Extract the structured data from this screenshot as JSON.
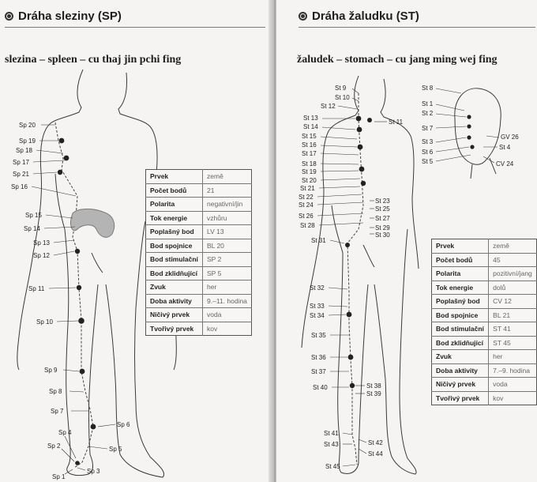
{
  "left_page": {
    "title": "Dráha sleziny (SP)",
    "subtitle": "slezina – spleen – cu thaj jin pchi fing",
    "point_labels": [
      "Sp 20",
      "Sp 19",
      "Sp 18",
      "Sp 17",
      "Sp 21",
      "Sp 16",
      "Sp 15",
      "Sp 14",
      "Sp 13",
      "Sp 12",
      "Sp 11",
      "Sp 10",
      "Sp 9",
      "Sp 8",
      "Sp 7",
      "Sp 6",
      "Sp 5",
      "Sp 4",
      "Sp 2",
      "Sp 3",
      "Sp 1"
    ],
    "table": [
      {
        "key": "Prvek",
        "value": "země"
      },
      {
        "key": "Počet bodů",
        "value": "21"
      },
      {
        "key": "Polarita",
        "value": "negativní/jin"
      },
      {
        "key": "Tok energie",
        "value": "vzhůru"
      },
      {
        "key": "Poplašný bod",
        "value": "LV 13"
      },
      {
        "key": "Bod spojnice",
        "value": "BL 20"
      },
      {
        "key": "Bod stimulační",
        "value": "SP 2"
      },
      {
        "key": "Bod zklidňující",
        "value": "SP 5"
      },
      {
        "key": "Zvuk",
        "value": "her"
      },
      {
        "key": "Doba aktivity",
        "value": "9.–11. hodina"
      },
      {
        "key": "Ničivý prvek",
        "value": "voda"
      },
      {
        "key": "Tvořivý prvek",
        "value": "kov"
      }
    ]
  },
  "right_page": {
    "title": "Dráha žaludku (ST)",
    "subtitle": "žaludek – stomach – cu jang ming wej fing",
    "point_labels": [
      "St 9",
      "St 10",
      "St 12",
      "St 11",
      "St 13",
      "St 14",
      "St 15",
      "St 16",
      "St 17",
      "St 18",
      "St 19",
      "St 20",
      "St 21",
      "St 22",
      "St 23",
      "St 24",
      "St 25",
      "St 26",
      "St 27",
      "St 28",
      "St 29",
      "St 30",
      "St 31",
      "St 32",
      "St 33",
      "St 34",
      "St 35",
      "St 36",
      "St 37",
      "St 38",
      "St 39",
      "St 40",
      "St 41",
      "St 42",
      "St 43",
      "St 44",
      "St 45"
    ],
    "head_labels": [
      "St 8",
      "St 1",
      "St 2",
      "St 7",
      "St 3",
      "St 6",
      "St 5",
      "GV 26",
      "St 4",
      "CV 24"
    ],
    "table": [
      {
        "key": "Prvek",
        "value": "země"
      },
      {
        "key": "Počet bodů",
        "value": "45"
      },
      {
        "key": "Polarita",
        "value": "pozitivní/jang"
      },
      {
        "key": "Tok energie",
        "value": "dolů"
      },
      {
        "key": "Poplašný bod",
        "value": "CV 12"
      },
      {
        "key": "Bod spojnice",
        "value": "BL 21"
      },
      {
        "key": "Bod stimulační",
        "value": "ST 41"
      },
      {
        "key": "Bod zklidňující",
        "value": "ST 45"
      },
      {
        "key": "Zvuk",
        "value": "her"
      },
      {
        "key": "Doba aktivity",
        "value": "7.–9. hodina"
      },
      {
        "key": "Ničivý prvek",
        "value": "voda"
      },
      {
        "key": "Tvořivý prvek",
        "value": "kov"
      }
    ]
  }
}
